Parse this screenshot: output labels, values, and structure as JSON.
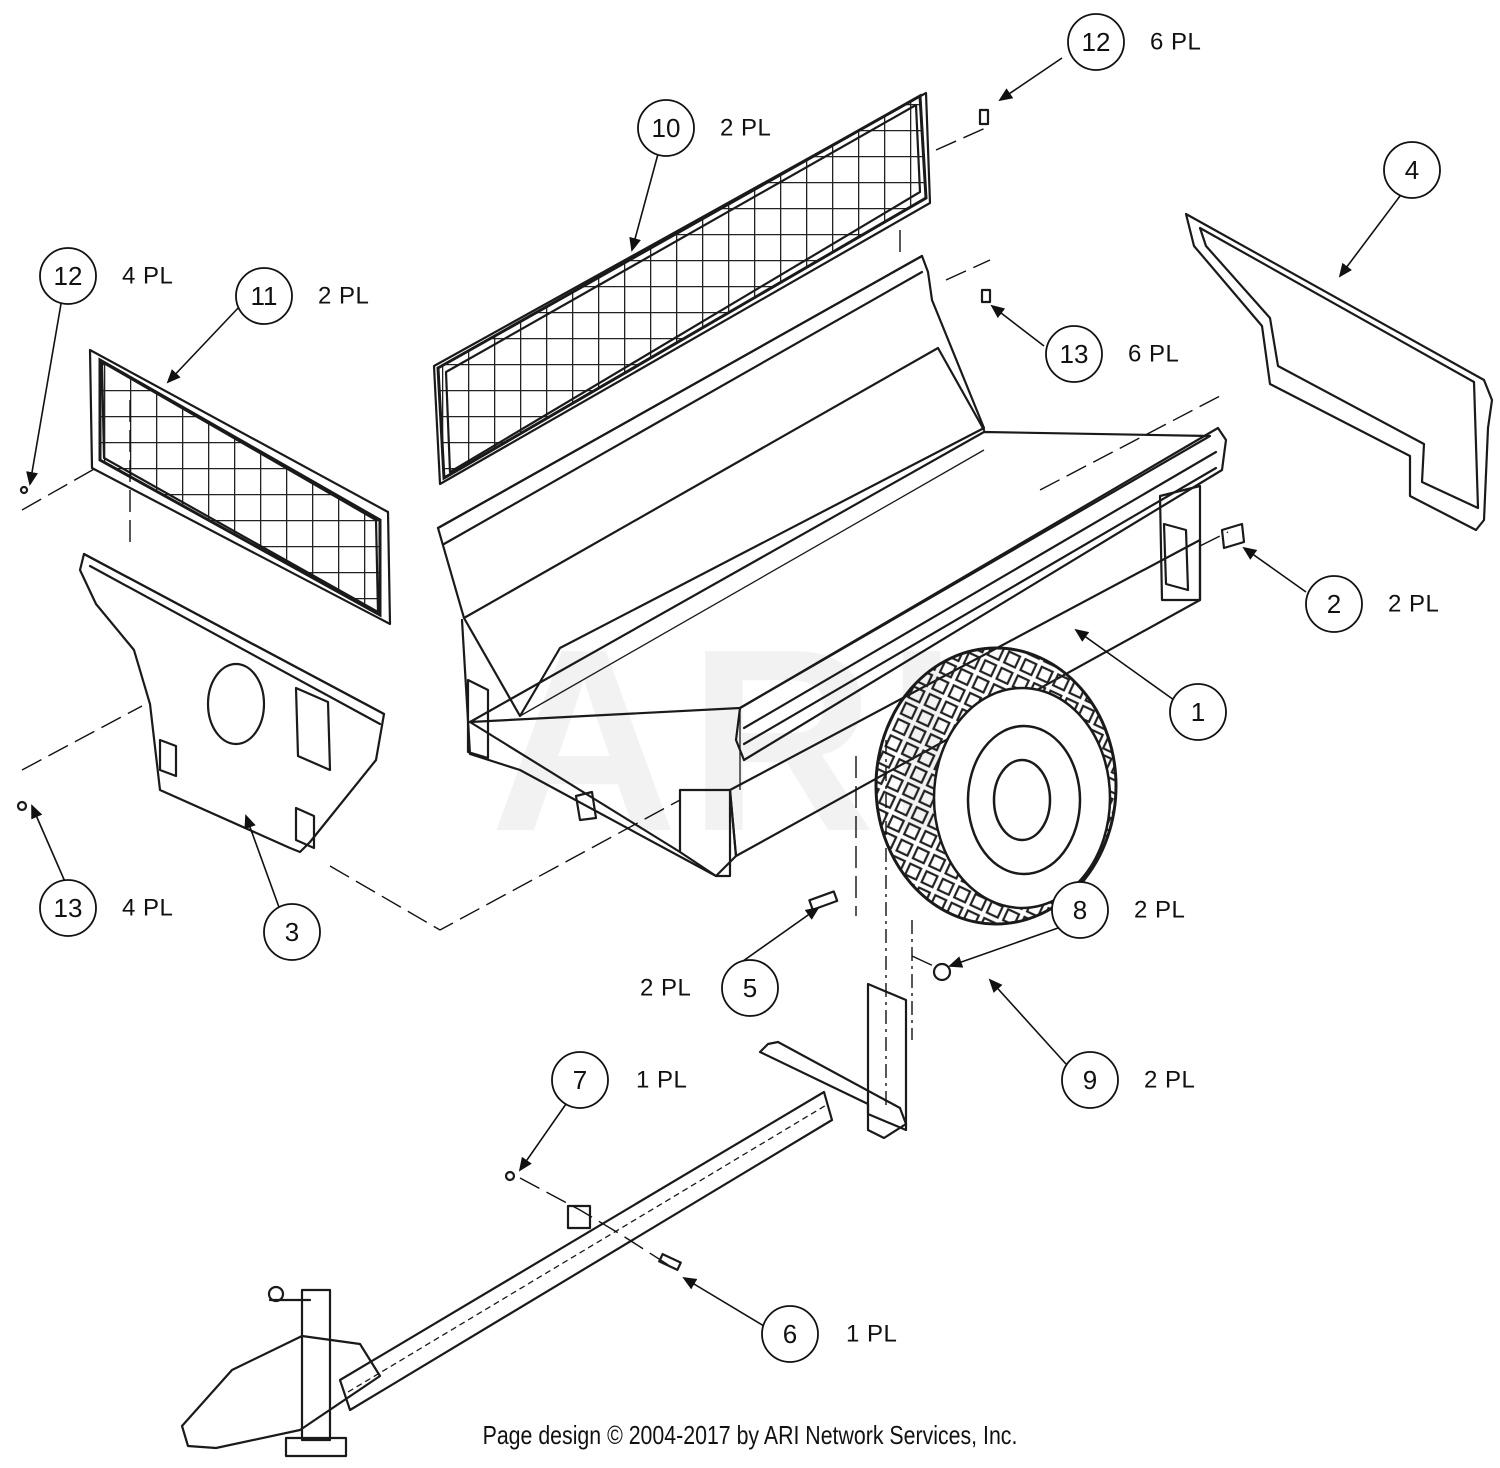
{
  "footer": "Page design © 2004-2017 by ARI Network Services, Inc.",
  "watermark": "ARI",
  "callouts": [
    {
      "id": "c1",
      "num": "1",
      "qty": ""
    },
    {
      "id": "c2",
      "num": "2",
      "qty": "2 PL"
    },
    {
      "id": "c3",
      "num": "3",
      "qty": ""
    },
    {
      "id": "c4",
      "num": "4",
      "qty": ""
    },
    {
      "id": "c5",
      "num": "5",
      "qty": "2 PL"
    },
    {
      "id": "c6",
      "num": "6",
      "qty": "1 PL"
    },
    {
      "id": "c7",
      "num": "7",
      "qty": "1 PL"
    },
    {
      "id": "c8",
      "num": "8",
      "qty": "2 PL"
    },
    {
      "id": "c9",
      "num": "9",
      "qty": "2 PL"
    },
    {
      "id": "c10",
      "num": "10",
      "qty": "2 PL"
    },
    {
      "id": "c11",
      "num": "11",
      "qty": "2 PL"
    },
    {
      "id": "c12a",
      "num": "12",
      "qty": "6 PL"
    },
    {
      "id": "c12b",
      "num": "12",
      "qty": "4 PL"
    },
    {
      "id": "c13a",
      "num": "13",
      "qty": "6 PL"
    },
    {
      "id": "c13b",
      "num": "13",
      "qty": "4 PL"
    }
  ]
}
